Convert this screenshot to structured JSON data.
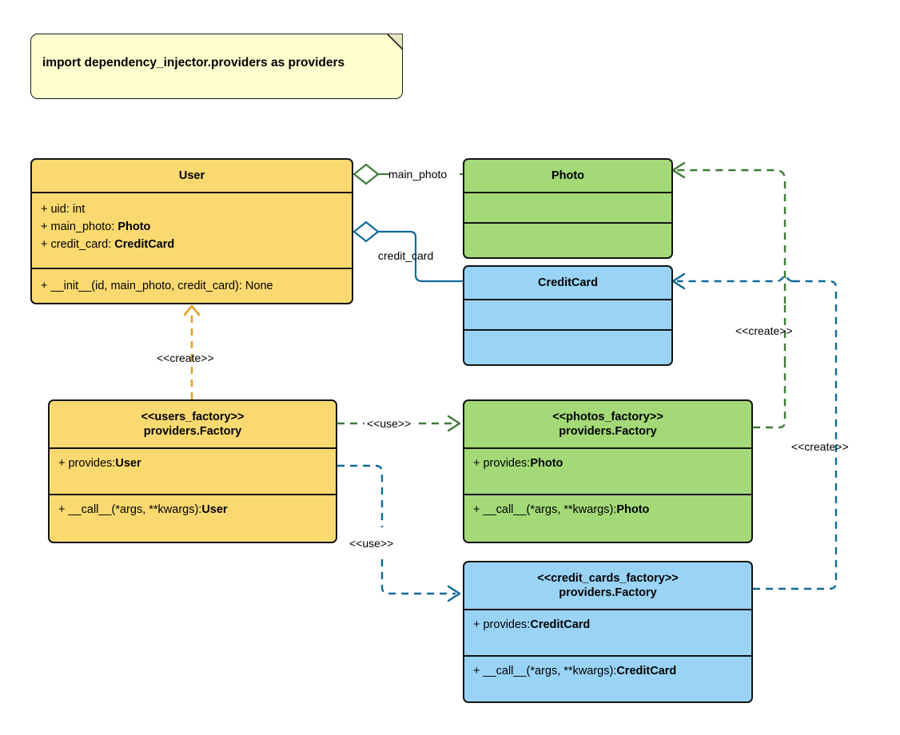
{
  "diagram": {
    "title": "UML class diagram - dependency_injector factories",
    "colors": {
      "yellow": "#FBD971",
      "green": "#A3D977",
      "blue": "#99D3F5",
      "note": "#FEFECE",
      "outline": "#141414",
      "green_line": "#3E7A37",
      "blue_line": "#10699B",
      "orange_line": "#E0A225"
    }
  },
  "note": {
    "text": "import dependency_injector.providers as providers"
  },
  "classes": {
    "user": {
      "name": "User",
      "stereotype": "",
      "attributes": [
        {
          "visibility": "+",
          "text": "uid: ",
          "type": "int",
          "type_bold": false
        },
        {
          "visibility": "+",
          "text": "main_photo: ",
          "type": "Photo",
          "type_bold": true
        },
        {
          "visibility": "+",
          "text": "credit_card: ",
          "type": "CreditCard",
          "type_bold": true
        }
      ],
      "attributes_lines": [
        "+ uid: int",
        "+ main_photo: Photo",
        "+ credit_card: CreditCard"
      ],
      "methods_lines": [
        "+ __init__(id, main_photo, credit_card): None"
      ],
      "method_plain": "+ __init__(id, main_photo, credit_card): None"
    },
    "photo": {
      "name": "Photo",
      "attributes_lines": [],
      "methods_lines": []
    },
    "credit_card": {
      "name": "CreditCard",
      "attributes_lines": [],
      "methods_lines": []
    },
    "users_factory": {
      "stereotype": "<<users_factory>>",
      "name": "providers.Factory",
      "attribute_prefix": "+ provides: ",
      "attribute_type": "User",
      "method_prefix": "+ __call__(*args, **kwargs): ",
      "method_type": "User"
    },
    "photos_factory": {
      "stereotype": "<<photos_factory>>",
      "name": "providers.Factory",
      "attribute_prefix": "+ provides: ",
      "attribute_type": "Photo",
      "method_prefix": "+ __call__(*args, **kwargs): ",
      "method_type": "Photo"
    },
    "credit_cards_factory": {
      "stereotype": "<<credit_cards_factory>>",
      "name": "providers.Factory",
      "attribute_prefix": "+ provides: ",
      "attribute_type": "CreditCard",
      "method_prefix": "+ __call__(*args, **kwargs): ",
      "method_type": "CreditCard"
    }
  },
  "edges": {
    "user_main_photo": {
      "label": "main_photo",
      "kind": "aggregation",
      "color": "#3E7A37",
      "from": "User",
      "to": "Photo"
    },
    "user_credit_card": {
      "label": "credit_card",
      "kind": "aggregation",
      "color": "#10699B",
      "from": "User",
      "to": "CreditCard"
    },
    "users_factory_creates_user": {
      "label": "<<create>>",
      "kind": "dashed-arrow",
      "color": "#E0A225",
      "from": "users_factory",
      "to": "User"
    },
    "users_factory_uses_photos_factory": {
      "label": "<<use>>",
      "kind": "dashed-arrow",
      "color": "#3E7A37",
      "from": "users_factory",
      "to": "photos_factory"
    },
    "users_factory_uses_credit_cards_factory": {
      "label": "<<use>>",
      "kind": "dashed-arrow",
      "color": "#10699B",
      "from": "users_factory",
      "to": "credit_cards_factory"
    },
    "photos_factory_creates_photo": {
      "label": "<<create>>",
      "kind": "dashed-arrow",
      "color": "#3E7A37",
      "from": "photos_factory",
      "to": "Photo"
    },
    "credit_cards_factory_creates_credit_card": {
      "label": "<<create>>",
      "kind": "dashed-arrow",
      "color": "#10699B",
      "from": "credit_cards_factory",
      "to": "CreditCard"
    }
  }
}
